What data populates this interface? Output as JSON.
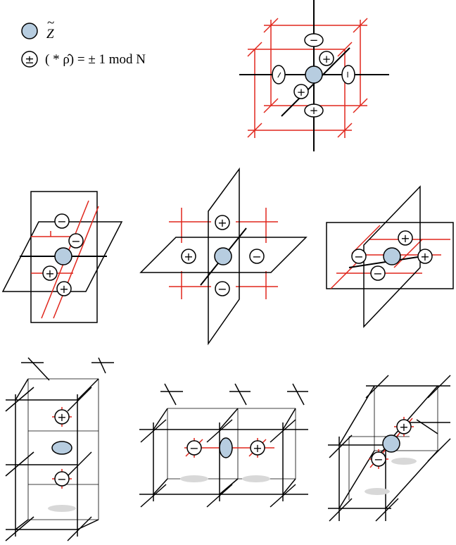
{
  "legend": {
    "ztilde_label": "Z",
    "ztilde_accent": "~",
    "charge_symbol": "±",
    "charge_text": "( * ρ̂) = ± 1 mod N"
  },
  "colors": {
    "defect_fill": "#b7cde0",
    "red_lattice": "#e0261c",
    "black_lattice": "#000000",
    "shadow": "#cccccc"
  },
  "symbols": {
    "plus": "+",
    "minus": "−"
  },
  "panels": [
    {
      "id": "top-cube",
      "charges": [
        "−",
        "+",
        "−",
        "−",
        "+",
        "+"
      ]
    },
    {
      "id": "row2-left",
      "charges": [
        "−",
        "−",
        "+",
        "+"
      ]
    },
    {
      "id": "row2-middle",
      "charges": [
        "+",
        "+",
        "−",
        "−"
      ]
    },
    {
      "id": "row2-right",
      "charges": [
        "+",
        "−",
        "−",
        "+"
      ]
    },
    {
      "id": "row3-left",
      "charges": [
        "+",
        "−"
      ]
    },
    {
      "id": "row3-middle",
      "charges": [
        "−",
        "+"
      ]
    },
    {
      "id": "row3-right",
      "charges": [
        "+",
        "−"
      ]
    }
  ]
}
